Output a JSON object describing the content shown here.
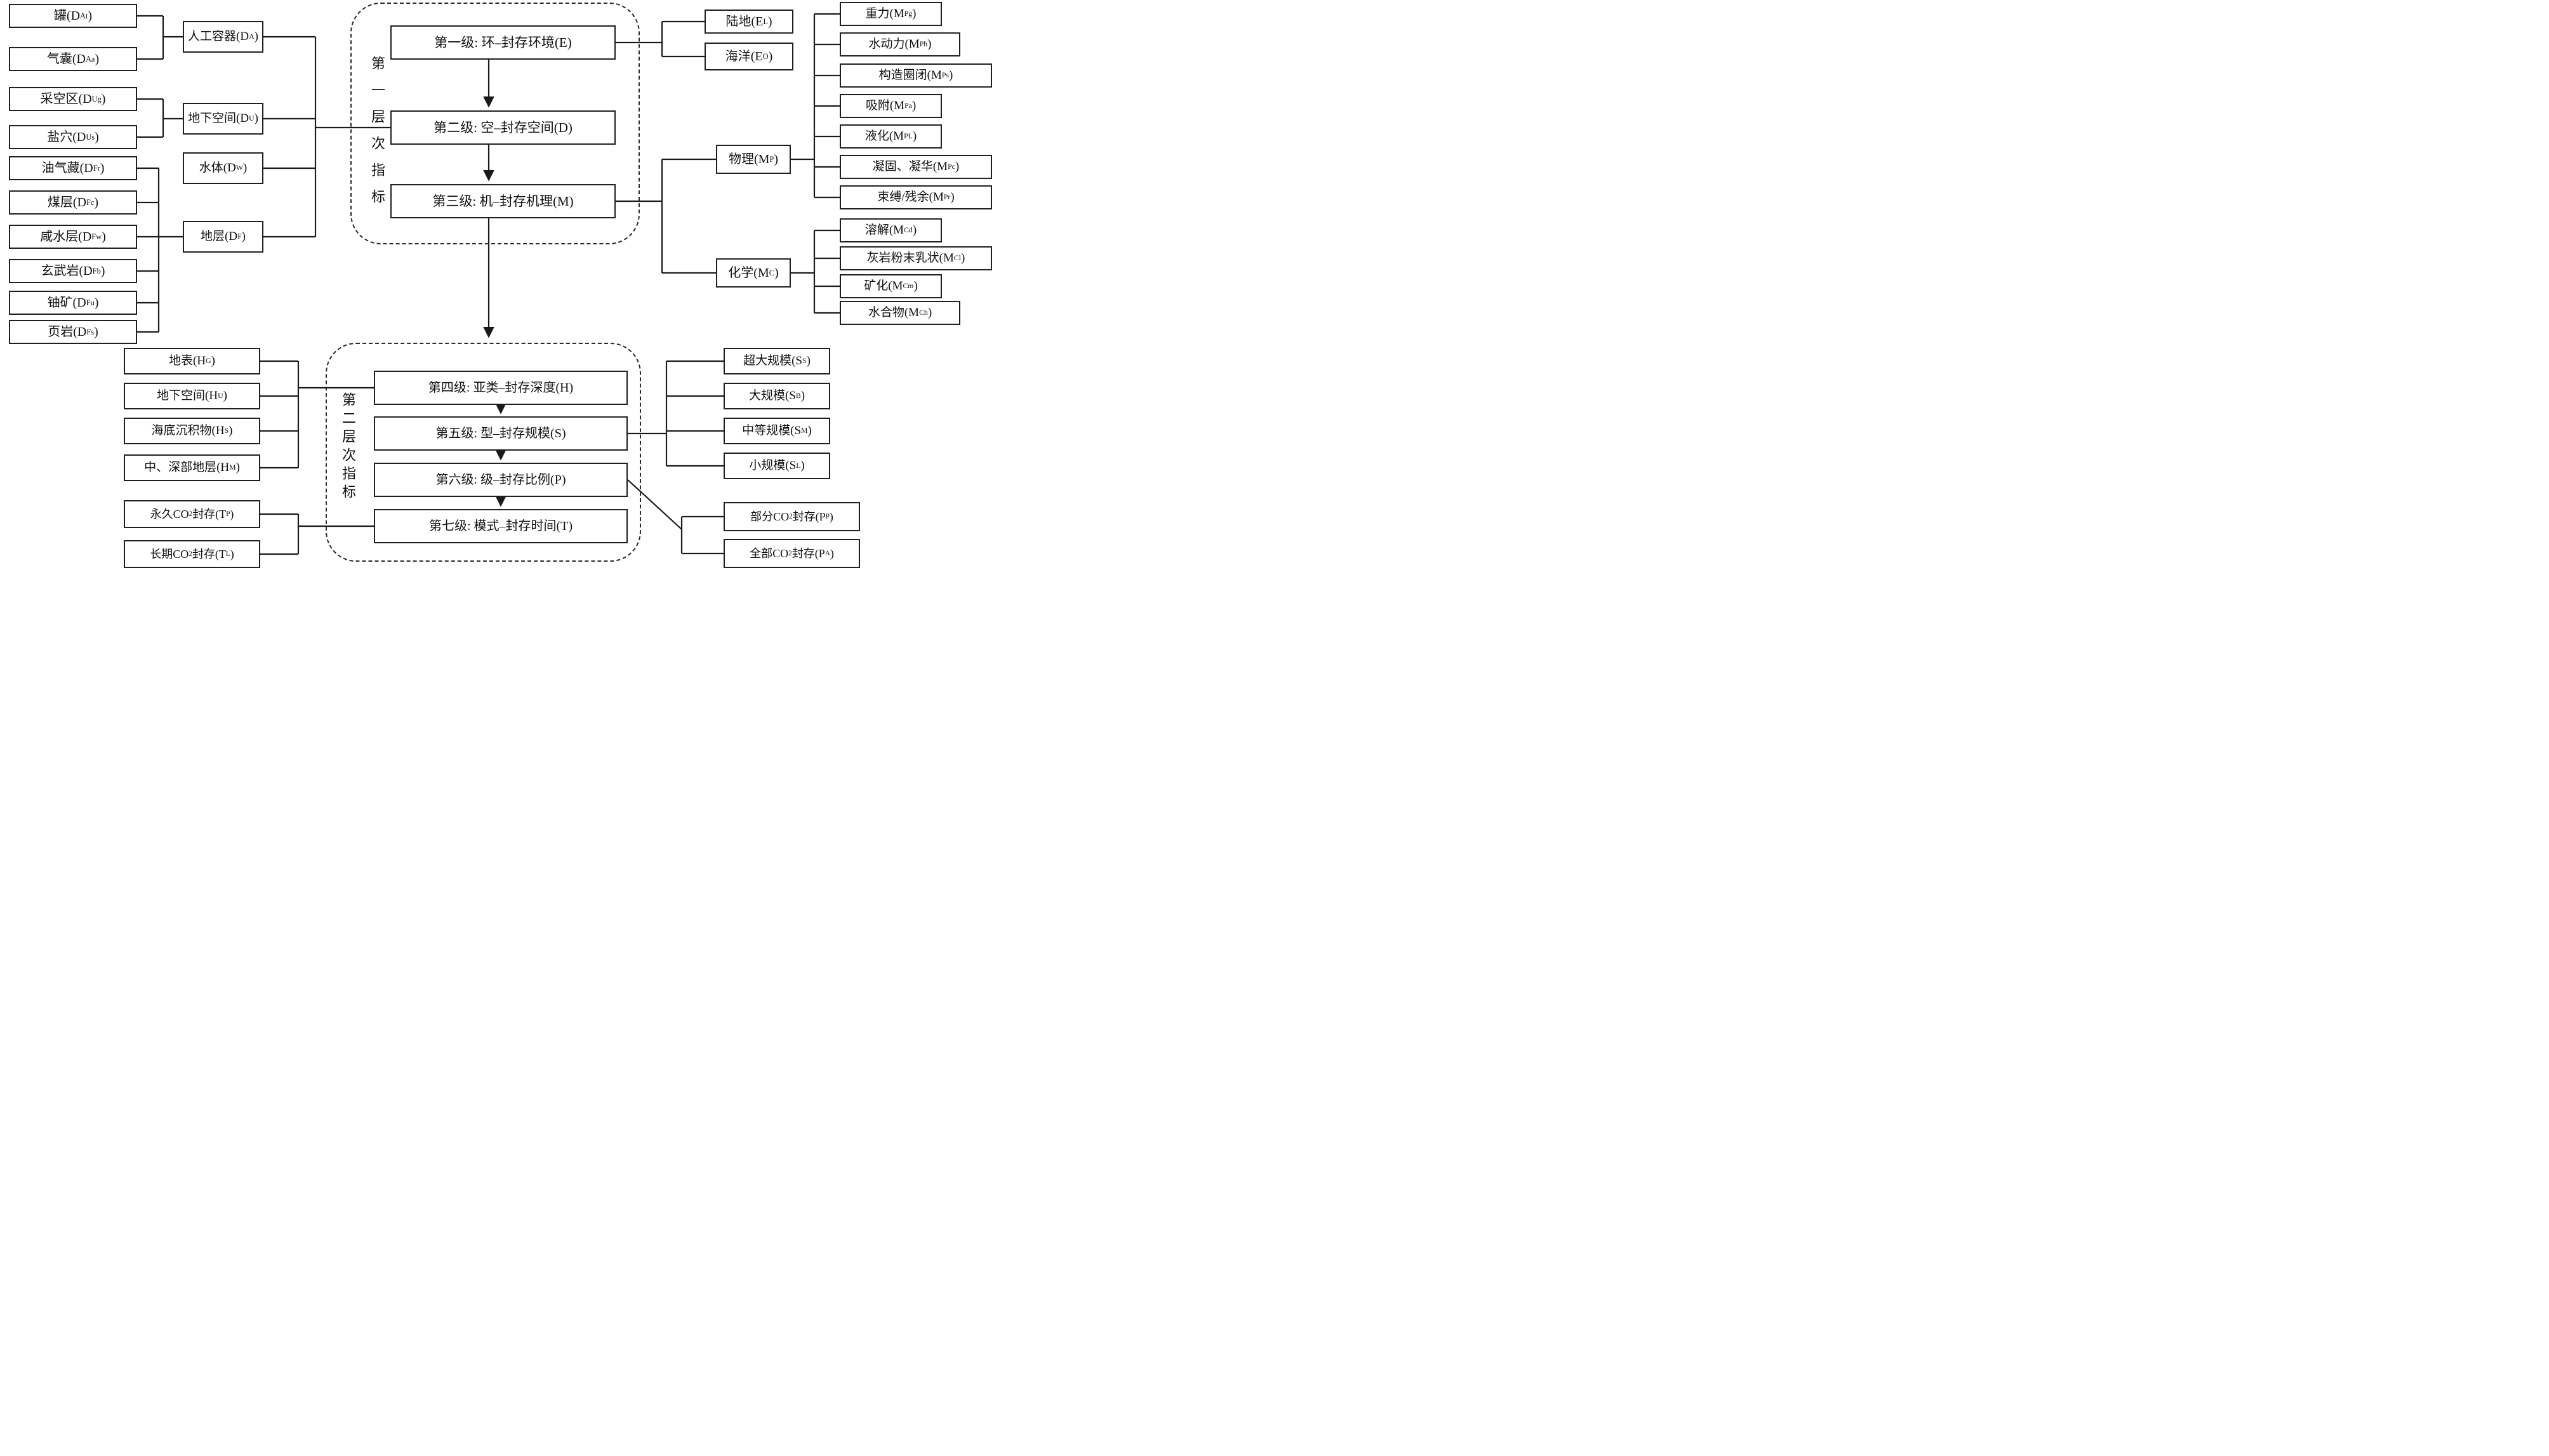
{
  "figure": {
    "description_colors": {
      "line": "#1a1a1a",
      "box_border": "#1f1f1f",
      "background": "#ffffff",
      "text": "#111111"
    }
  },
  "vertical_labels": {
    "tier1": "第一层次指标",
    "tier2": "第二层次指标"
  },
  "nodes": {
    "d_at": {
      "parts": [
        {
          "t": "罐(D"
        },
        {
          "s": "At"
        },
        {
          "t": ")"
        }
      ]
    },
    "d_aa": {
      "parts": [
        {
          "t": "气囊(D"
        },
        {
          "s": "Aa"
        },
        {
          "t": ")"
        }
      ]
    },
    "d_ug": {
      "parts": [
        {
          "t": "采空区(D"
        },
        {
          "s": "Ug"
        },
        {
          "t": ")"
        }
      ]
    },
    "d_us": {
      "parts": [
        {
          "t": "盐穴(D"
        },
        {
          "s": "Us"
        },
        {
          "t": ")"
        }
      ]
    },
    "d_fr": {
      "parts": [
        {
          "t": "油气藏(D"
        },
        {
          "s": "Fr"
        },
        {
          "t": ")"
        }
      ]
    },
    "d_fc": {
      "parts": [
        {
          "t": "煤层(D"
        },
        {
          "s": "Fc"
        },
        {
          "t": ")"
        }
      ]
    },
    "d_fw": {
      "parts": [
        {
          "t": "咸水层(D"
        },
        {
          "s": "Fw"
        },
        {
          "t": ")"
        }
      ]
    },
    "d_fb": {
      "parts": [
        {
          "t": "玄武岩(D"
        },
        {
          "s": "Fb"
        },
        {
          "t": ")"
        }
      ]
    },
    "d_fu": {
      "parts": [
        {
          "t": "铀矿(D"
        },
        {
          "s": "Fu"
        },
        {
          "t": ")"
        }
      ]
    },
    "d_fs": {
      "parts": [
        {
          "t": "页岩(D"
        },
        {
          "s": "Fs"
        },
        {
          "t": ")"
        }
      ]
    },
    "d_a": {
      "parts": [
        {
          "t": "人工容器(D"
        },
        {
          "s": "A"
        },
        {
          "t": ")"
        }
      ]
    },
    "d_u": {
      "parts": [
        {
          "t": "地下空间(D"
        },
        {
          "s": "U"
        },
        {
          "t": ")"
        }
      ]
    },
    "d_w": {
      "parts": [
        {
          "t": "水体(D"
        },
        {
          "s": "W"
        },
        {
          "t": ")"
        }
      ]
    },
    "d_f": {
      "parts": [
        {
          "t": "地层(D"
        },
        {
          "s": "F"
        },
        {
          "t": ")"
        }
      ]
    },
    "level1": {
      "parts": [
        {
          "t": "第一级: 环–封存环境(E)"
        }
      ]
    },
    "level2": {
      "parts": [
        {
          "t": "第二级: 空–封存空间(D)"
        }
      ]
    },
    "level3": {
      "parts": [
        {
          "t": "第三级: 机–封存机理(M)"
        }
      ]
    },
    "e_l": {
      "parts": [
        {
          "t": "陆地(E"
        },
        {
          "s": "L"
        },
        {
          "t": ")"
        }
      ]
    },
    "e_o": {
      "parts": [
        {
          "t": "海洋(E"
        },
        {
          "s": "O"
        },
        {
          "t": ")"
        }
      ]
    },
    "m_p": {
      "parts": [
        {
          "t": "物理(M"
        },
        {
          "s": "P"
        },
        {
          "t": ")"
        }
      ]
    },
    "m_c": {
      "parts": [
        {
          "t": "化学(M"
        },
        {
          "s": "C"
        },
        {
          "t": ")"
        }
      ]
    },
    "m_pg": {
      "parts": [
        {
          "t": "重力(M"
        },
        {
          "s": "Pg"
        },
        {
          "t": ")"
        }
      ]
    },
    "m_ph": {
      "parts": [
        {
          "t": "水动力(M"
        },
        {
          "s": "Ph"
        },
        {
          "t": ")"
        }
      ]
    },
    "m_ps": {
      "parts": [
        {
          "t": "构造圈闭(M"
        },
        {
          "s": "Ps"
        },
        {
          "t": ")"
        }
      ]
    },
    "m_pa": {
      "parts": [
        {
          "t": "吸附(M"
        },
        {
          "s": "Pa"
        },
        {
          "t": ")"
        }
      ]
    },
    "m_pl": {
      "parts": [
        {
          "t": "液化(M"
        },
        {
          "s": "PL"
        },
        {
          "t": ")"
        }
      ]
    },
    "m_pc": {
      "parts": [
        {
          "t": "凝固、凝华(M"
        },
        {
          "s": "Pc"
        },
        {
          "t": ")"
        }
      ]
    },
    "m_pr": {
      "parts": [
        {
          "t": "束缚/残余(M"
        },
        {
          "s": "Pr"
        },
        {
          "t": ")"
        }
      ]
    },
    "m_cd": {
      "parts": [
        {
          "t": "溶解(M"
        },
        {
          "s": "Cd"
        },
        {
          "t": ")"
        }
      ]
    },
    "m_cl": {
      "parts": [
        {
          "t": "灰岩粉末乳状(M"
        },
        {
          "s": "Cl"
        },
        {
          "t": ")"
        }
      ]
    },
    "m_cm": {
      "parts": [
        {
          "t": "矿化(M"
        },
        {
          "s": "Cm"
        },
        {
          "t": ")"
        }
      ]
    },
    "m_ch": {
      "parts": [
        {
          "t": "水合物(M"
        },
        {
          "s": "Ch"
        },
        {
          "t": ")"
        }
      ]
    },
    "h_g": {
      "parts": [
        {
          "t": "地表(H"
        },
        {
          "s": "G"
        },
        {
          "t": ")"
        }
      ]
    },
    "h_u": {
      "parts": [
        {
          "t": "地下空间(H"
        },
        {
          "s": "U"
        },
        {
          "t": ")"
        }
      ]
    },
    "h_s": {
      "parts": [
        {
          "t": "海底沉积物(H"
        },
        {
          "s": "S"
        },
        {
          "t": ")"
        }
      ]
    },
    "h_m": {
      "parts": [
        {
          "t": "中、深部地层(H"
        },
        {
          "s": "M"
        },
        {
          "t": ")"
        }
      ]
    },
    "t_p": {
      "parts": [
        {
          "t": "永久CO"
        },
        {
          "s": "2"
        },
        {
          "t": "封存(T"
        },
        {
          "s": "P"
        },
        {
          "t": ")"
        }
      ]
    },
    "t_l": {
      "parts": [
        {
          "t": "长期CO"
        },
        {
          "s": "2"
        },
        {
          "t": "封存(T"
        },
        {
          "s": "L"
        },
        {
          "t": ")"
        }
      ]
    },
    "level4": {
      "parts": [
        {
          "t": "第四级: 亚类–封存深度(H)"
        }
      ]
    },
    "level5": {
      "parts": [
        {
          "t": "第五级: 型–封存规模(S)"
        }
      ]
    },
    "level6": {
      "parts": [
        {
          "t": "第六级: 级–封存比例(P)"
        }
      ]
    },
    "level7": {
      "parts": [
        {
          "t": "第七级: 模式–封存时间(T)"
        }
      ]
    },
    "s_s": {
      "parts": [
        {
          "t": "超大规模(S"
        },
        {
          "s": "S"
        },
        {
          "t": ")"
        }
      ]
    },
    "s_b": {
      "parts": [
        {
          "t": "大规模(S"
        },
        {
          "s": "B"
        },
        {
          "t": ")"
        }
      ]
    },
    "s_m": {
      "parts": [
        {
          "t": "中等规模(S"
        },
        {
          "s": "M"
        },
        {
          "t": ")"
        }
      ]
    },
    "s_l": {
      "parts": [
        {
          "t": "小规模(S"
        },
        {
          "s": "L"
        },
        {
          "t": ")"
        }
      ]
    },
    "p_p": {
      "parts": [
        {
          "t": "部分CO"
        },
        {
          "s": "2"
        },
        {
          "t": "封存(P"
        },
        {
          "s": "P"
        },
        {
          "t": ")"
        }
      ]
    },
    "p_a": {
      "parts": [
        {
          "t": "全部CO"
        },
        {
          "s": "2"
        },
        {
          "t": "封存(P"
        },
        {
          "s": "A"
        },
        {
          "t": ")"
        }
      ]
    }
  }
}
